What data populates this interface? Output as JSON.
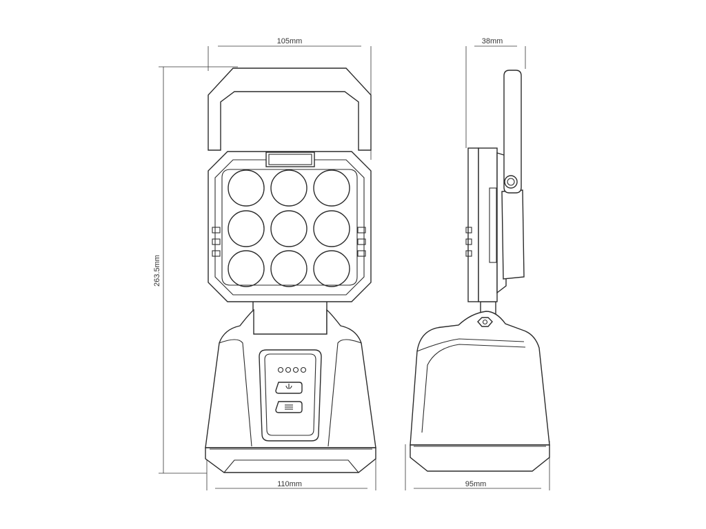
{
  "dimensions": {
    "front_width_top": "105mm",
    "side_width_top": "38mm",
    "height": "263.5mm",
    "front_width_bottom": "110mm",
    "side_width_bottom": "95mm"
  }
}
